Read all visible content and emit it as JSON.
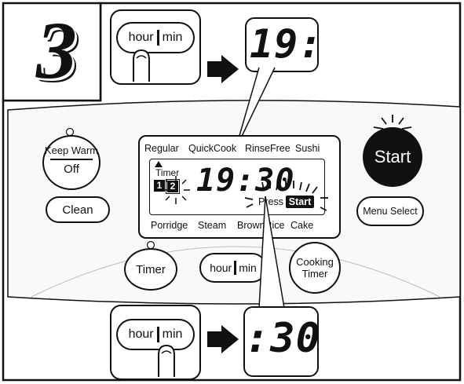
{
  "step": {
    "number": "3"
  },
  "top_instruction": {
    "button": {
      "hour": "hour",
      "min": "min"
    },
    "display": "19:"
  },
  "bottom_instruction": {
    "button": {
      "hour": "hour",
      "min": "min"
    },
    "display": ":30"
  },
  "panel": {
    "keep_warm": {
      "top": "Keep Warm",
      "bottom": "Off"
    },
    "clean": "Clean",
    "timer": "Timer",
    "hour_min": {
      "hour": "hour",
      "min": "min"
    },
    "cooking_timer": {
      "line1": "Cooking",
      "line2": "Timer"
    },
    "start": "Start",
    "menu_select": "Menu Select",
    "display": {
      "menus_top": [
        "Regular",
        "QuickCook",
        "RinseFree",
        "Sushi"
      ],
      "menus_bottom": [
        "Porridge",
        "Steam",
        "BrownRice",
        "Cake"
      ],
      "timer_label": "Timer",
      "timer_slots": [
        "1",
        "2"
      ],
      "time": "19:30",
      "press_label": "Press",
      "start_label": "Start"
    }
  }
}
